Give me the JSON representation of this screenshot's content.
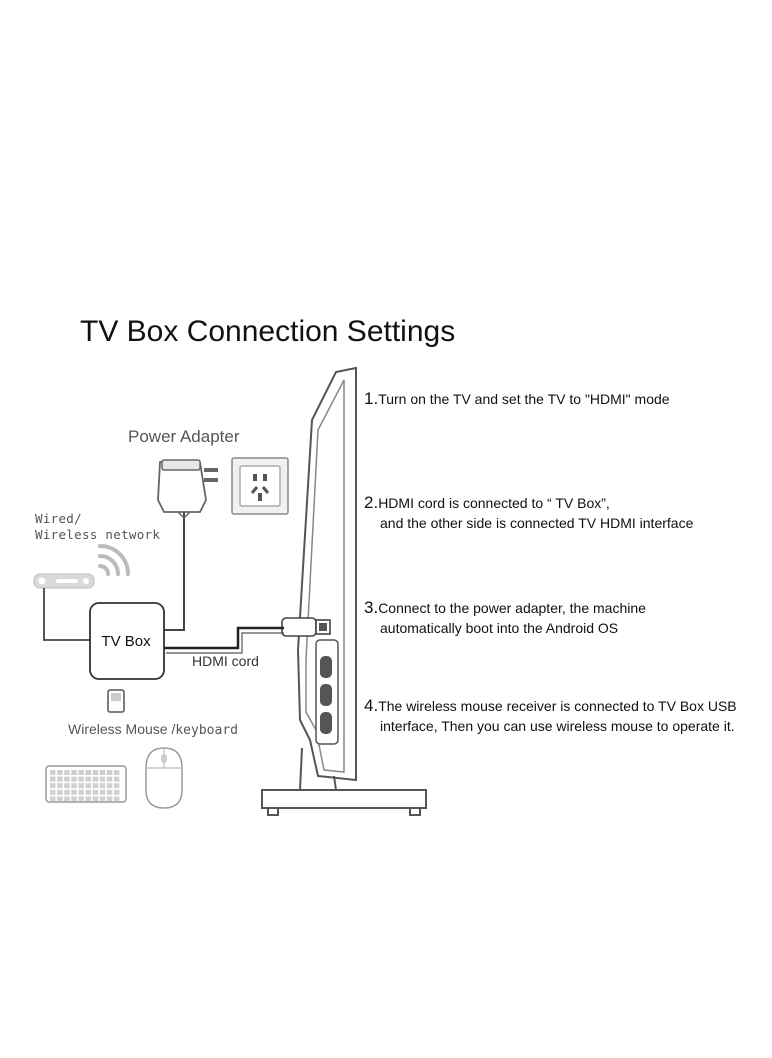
{
  "title": "TV Box Connection Settings",
  "labels": {
    "power_adapter": "Power Adapter",
    "network_line1": "Wired/",
    "network_line2": "Wireless network",
    "tv_box": "TV Box",
    "hdmi_cord": "HDMI cord",
    "mouse_keyboard_prefix": "Wireless Mouse /",
    "mouse_keyboard_suffix": "keyboard"
  },
  "steps": [
    {
      "number": "1.",
      "line1": "Turn on the TV and set the TV to \"HDMI\" mode"
    },
    {
      "number": "2.",
      "line1": "HDMI cord is connected to “ TV Box”,",
      "line2": "and the other side is connected TV HDMI interface"
    },
    {
      "number": "3.",
      "line1": "Connect to the power adapter, the machine",
      "line2": "automatically boot into the Android OS"
    },
    {
      "number": "4.",
      "line1": "The wireless mouse receiver is connected to TV  Box USB",
      "line2": "interface, Then you can use wireless mouse to operate it."
    }
  ],
  "colors": {
    "line_art": "#555555",
    "text": "#111111",
    "cable": "#222222"
  },
  "icons": [
    "power-adapter-icon",
    "wall-socket-icon",
    "router-icon",
    "wifi-icon",
    "tv-box-icon",
    "usb-receiver-icon",
    "keyboard-icon",
    "mouse-icon",
    "tv-side-view-icon",
    "hdmi-plug-icon"
  ]
}
